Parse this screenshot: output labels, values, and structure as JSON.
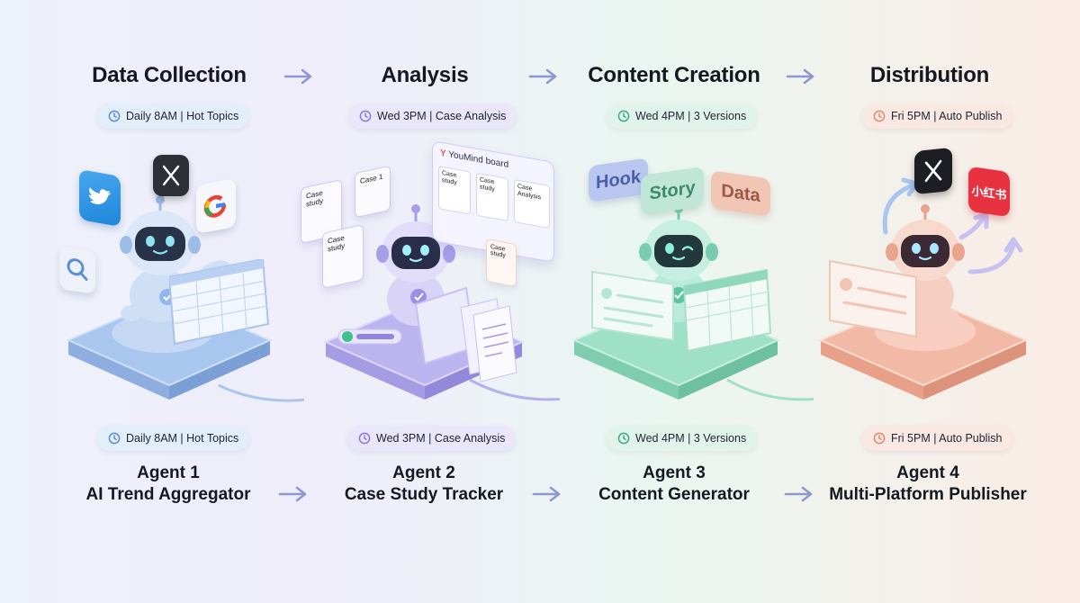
{
  "stages": [
    {
      "title": "Data Collection",
      "schedule": "Daily 8AM | Hot Topics",
      "agent_number": "Agent 1",
      "agent_name": "AI Trend Aggregator",
      "color": "#8fb8ec"
    },
    {
      "title": "Analysis",
      "schedule": "Wed 3PM | Case Analysis",
      "agent_number": "Agent 2",
      "agent_name": "Case Study Tracker",
      "color": "#a9a0ea"
    },
    {
      "title": "Content Creation",
      "schedule": "Wed 4PM | 3 Versions",
      "agent_number": "Agent 3",
      "agent_name": "Content Generator",
      "color": "#8fd8be"
    },
    {
      "title": "Distribution",
      "schedule": "Fri 5PM | Auto Publish",
      "agent_number": "Agent 4",
      "agent_name": "Multi-Platform Publisher",
      "color": "#f2b3a0"
    }
  ],
  "analysis_scene": {
    "board_title": "YouMind board",
    "cards": [
      "Case study",
      "Case 1",
      "Case study",
      "Case study",
      "Case study",
      "Case Analysis",
      "Case study"
    ]
  },
  "content_scene": {
    "bubbles": [
      "Hook",
      "Story",
      "Data"
    ]
  },
  "distribution_scene": {
    "xiaohongshu_label": "小红书"
  },
  "icons": {
    "collection": [
      "twitter-icon",
      "x-icon",
      "google-icon",
      "search-icon",
      "spreadsheet-icon"
    ],
    "distribution": [
      "x-icon",
      "xiaohongshu-icon"
    ]
  }
}
